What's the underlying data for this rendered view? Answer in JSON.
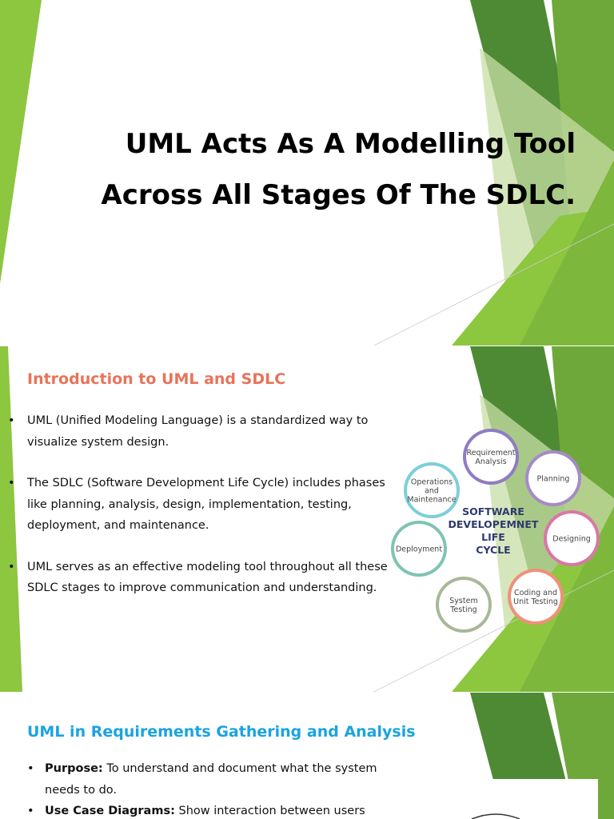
{
  "slide1": {
    "title_line1": "UML Acts As A Modelling Tool",
    "title_line2": "Across All Stages Of The SDLC."
  },
  "slide2": {
    "heading": "Introduction to UML and SDLC",
    "heading_color": "#E8735A",
    "bullets": [
      "UML (Unified Modeling Language) is a standardized way to visualize system design.",
      "The SDLC (Software Development Life Cycle) includes phases like planning, analysis, design, implementation, testing, deployment, and maintenance.",
      "UML serves as an effective modeling tool throughout all these SDLC stages to improve communication and understanding."
    ],
    "diagram": {
      "center_lines": [
        "SOFTWARE",
        "DEVELOPEMNET",
        "LIFE",
        "CYCLE"
      ],
      "stages": [
        {
          "lines": [
            "Requirement",
            "Analysis"
          ],
          "color": "#8E7CC3"
        },
        {
          "lines": [
            "Planning"
          ],
          "color": "#A68BC7"
        },
        {
          "lines": [
            "Designing"
          ],
          "color": "#D977A8"
        },
        {
          "lines": [
            "Coding and",
            "Unit Testing"
          ],
          "color": "#F0907A"
        },
        {
          "lines": [
            "System",
            "Testing"
          ],
          "color": "#A8B89A"
        },
        {
          "lines": [
            "Deployment"
          ],
          "color": "#7FC4B2"
        },
        {
          "lines": [
            "Operations",
            "and",
            "Maintenance"
          ],
          "color": "#7CCFD9"
        }
      ]
    }
  },
  "slide3": {
    "heading": "UML in Requirements Gathering and Analysis",
    "heading_color": "#1AA3E0",
    "items": [
      {
        "term": "Purpose:",
        "text": " To understand and document what the system needs to do."
      },
      {
        "term": "Use Case Diagrams:",
        "text": " Show interaction between users"
      }
    ]
  },
  "colors": {
    "green_light": "#8DC63F",
    "green_mid": "#5E9E3A",
    "green_dark": "#3F7A2E",
    "green_pale": "#C8DDA5"
  }
}
